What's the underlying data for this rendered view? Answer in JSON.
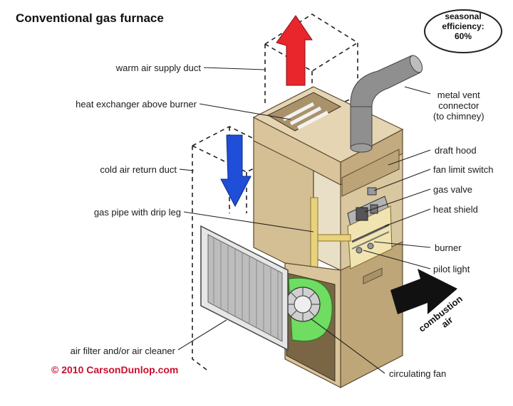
{
  "title": "Conventional gas furnace",
  "efficiency": {
    "line1": "seasonal",
    "line2": "efficiency:",
    "line3": "60%"
  },
  "labels": {
    "warm_air_supply_duct": "warm air supply duct",
    "heat_exchanger": "heat exchanger above burner",
    "cold_air_return_duct": "cold air return duct",
    "gas_pipe": "gas pipe with drip leg",
    "air_filter": "air filter and/or air cleaner",
    "metal_vent_line1": "metal vent",
    "metal_vent_line2": "connector",
    "metal_vent_line3": "(to chimney)",
    "draft_hood": "draft hood",
    "fan_limit_switch": "fan limit switch",
    "gas_valve": "gas valve",
    "heat_shield": "heat shield",
    "burner": "burner",
    "pilot_light": "pilot light",
    "circulating_fan": "circulating fan",
    "combustion_line1": "combustion",
    "combustion_line2": "air"
  },
  "copyright": "© 2010 CarsonDunlop.com",
  "colors": {
    "cabinet_front": "#d9c49c",
    "cabinet_side": "#c3ab7f",
    "cabinet_top": "#e6d5b3",
    "warm_arrow": "#e8262b",
    "cold_arrow": "#1f4fd8",
    "fan_green": "#6fdc62",
    "gas_pipe": "#e8d27a",
    "vent_gray": "#8f8f8f",
    "copyright_red": "#c8102e"
  }
}
